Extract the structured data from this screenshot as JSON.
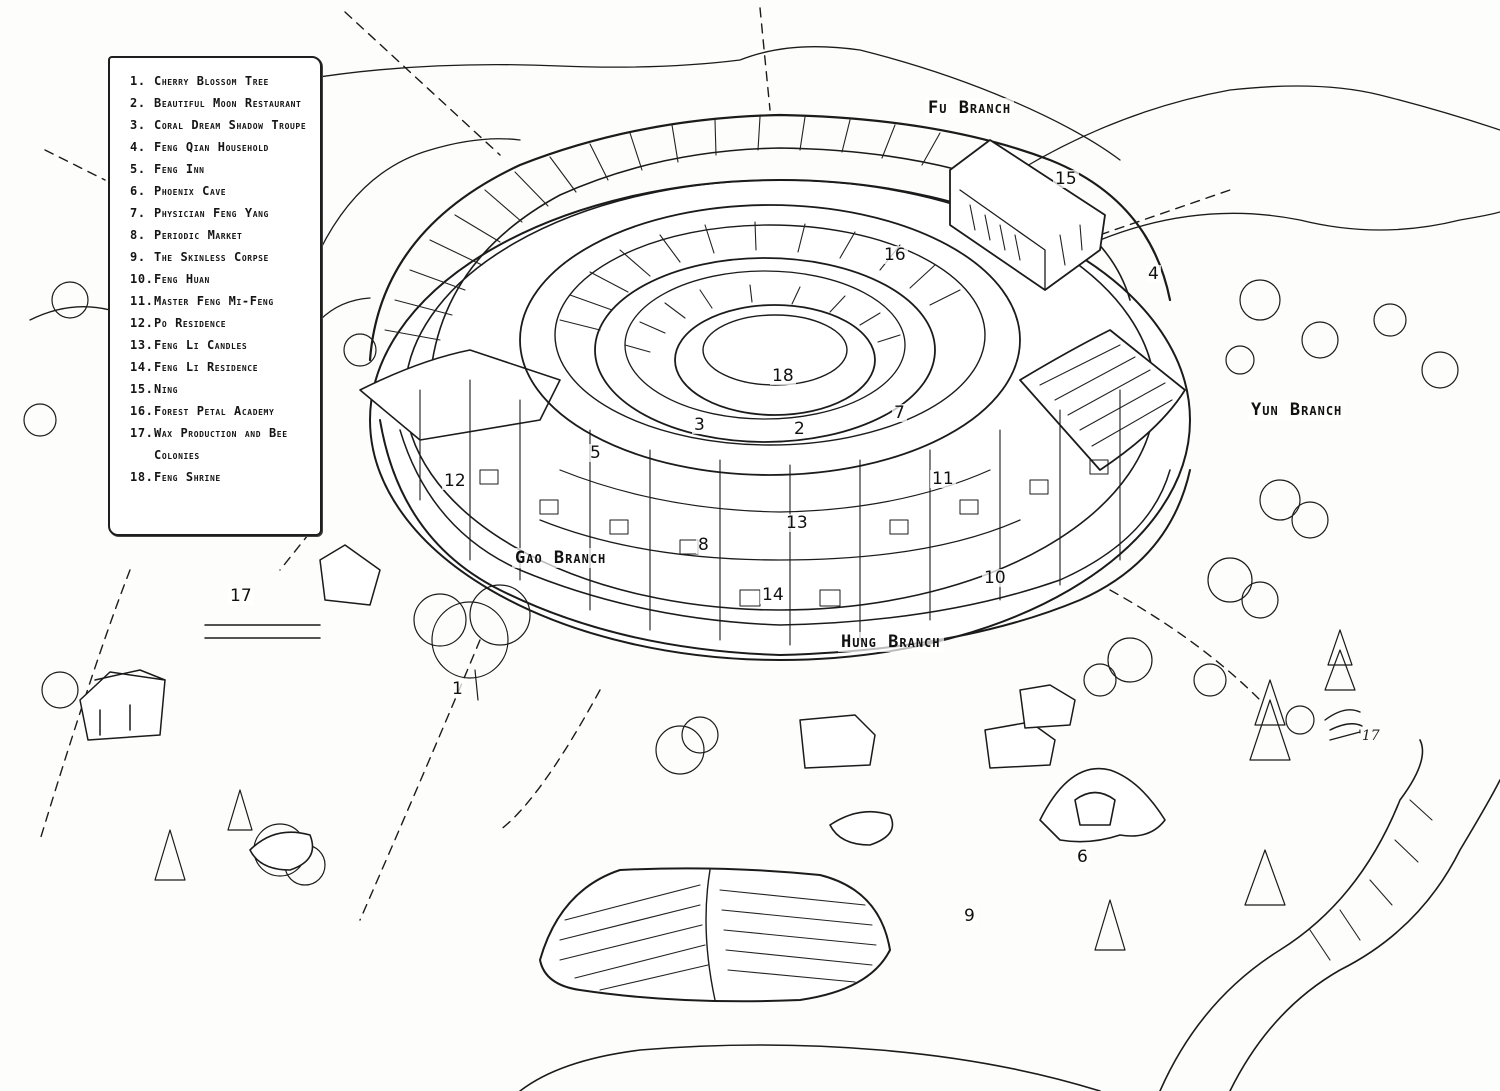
{
  "legend": {
    "items": [
      {
        "num": "1.",
        "label": "Cherry Blossom Tree"
      },
      {
        "num": "2.",
        "label": "Beautiful Moon Restaurant"
      },
      {
        "num": "3.",
        "label": "Coral Dream Shadow Troupe"
      },
      {
        "num": "4.",
        "label": "Feng Qian Household"
      },
      {
        "num": "5.",
        "label": "Feng Inn"
      },
      {
        "num": "6.",
        "label": "Phoenix Cave"
      },
      {
        "num": "7.",
        "label": "Physician Feng Yang"
      },
      {
        "num": "8.",
        "label": "Periodic Market"
      },
      {
        "num": "9.",
        "label": "The Skinless Corpse"
      },
      {
        "num": "10.",
        "label": "Feng Huan"
      },
      {
        "num": "11.",
        "label": "Master Feng Mi-Feng"
      },
      {
        "num": "12.",
        "label": "Po Residence"
      },
      {
        "num": "13.",
        "label": "Feng Li Candles"
      },
      {
        "num": "14.",
        "label": "Feng Li Residence"
      },
      {
        "num": "15.",
        "label": "Ning"
      },
      {
        "num": "16.",
        "label": "Forest Petal Academy"
      },
      {
        "num": "17.",
        "label": "Wax Production and Bee Colonies"
      },
      {
        "num": "18.",
        "label": "Feng Shrine"
      }
    ]
  },
  "branches": {
    "fu": "Fu Branch",
    "yun": "Yun Branch",
    "gao": "Gao Branch",
    "hung": "Hung Branch"
  },
  "markers": {
    "m1": "1",
    "m2": "2",
    "m3": "3",
    "m4": "4",
    "m5": "5",
    "m6": "6",
    "m7": "7",
    "m8": "8",
    "m9": "9",
    "m10": "10",
    "m11": "11",
    "m12": "12",
    "m13": "13",
    "m14": "14",
    "m15": "15",
    "m16": "16",
    "m17": "17",
    "m18": "18"
  },
  "signature": "'17",
  "ink_color": "#1b1b1b",
  "paper_color": "#fdfdfb"
}
